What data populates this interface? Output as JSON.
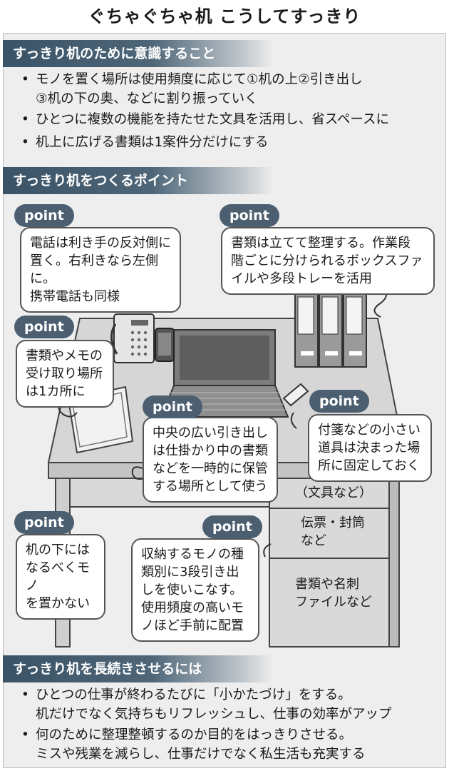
{
  "title": "ぐちゃぐちゃ机 こうしてすっきり",
  "sections": {
    "awareness": {
      "heading": "すっきり机のために意識すること",
      "bullets": [
        [
          "モノを置く場所は使用頻度に応じて①机の上②引き出し",
          "③机の下の奥、などに割り振っていく"
        ],
        [
          "ひとつに複数の機能を持たせた文具を活用し、省スペースに"
        ],
        [
          "机上に広げる書類は1案件分だけにする"
        ]
      ]
    },
    "points": {
      "heading": "すっきり机をつくるポイント",
      "tag": "point",
      "items": [
        [
          "電話は利き手の反対側に",
          "置く。右利きなら左側に。",
          "携帯電話も同様"
        ],
        [
          "書類は立てて整理する。作業段",
          "階ごとに分けられるボックスファ",
          "イルや多段トレーを活用"
        ],
        [
          "書類やメモの",
          "受け取り場所",
          "は1カ所に"
        ],
        [
          "付箋などの小さい",
          "道具は決まった場",
          "所に固定しておく"
        ],
        [
          "中央の広い引き出し",
          "は仕掛かり中の書類",
          "などを一時的に保管",
          "する場所として使う"
        ],
        [
          "机の下には",
          "なるべくモノ",
          "を置かない"
        ],
        [
          "収納するモノの種",
          "類別に3段引き出",
          "しを使いこなす。",
          "使用頻度の高いモ",
          "ノほど手前に配置"
        ]
      ],
      "drawer_labels": [
        [
          "（文具など）"
        ],
        [
          "伝票・封筒",
          "など"
        ],
        [
          "書類や名刺",
          "ファイルなど"
        ]
      ]
    },
    "keep": {
      "heading": "すっきり机を長続きさせるには",
      "bullets": [
        [
          "ひとつの仕事が終わるたびに「小かたづけ」をする。",
          "机だけでなく気持ちもリフレッシュし、仕事の効率がアップ"
        ],
        [
          "何のために整理整頓するのか目的をはっきりさせる。",
          "ミスや残業を減らし、仕事だけでなく私生活も充実する"
        ]
      ]
    }
  },
  "bullet_glyph": "•"
}
